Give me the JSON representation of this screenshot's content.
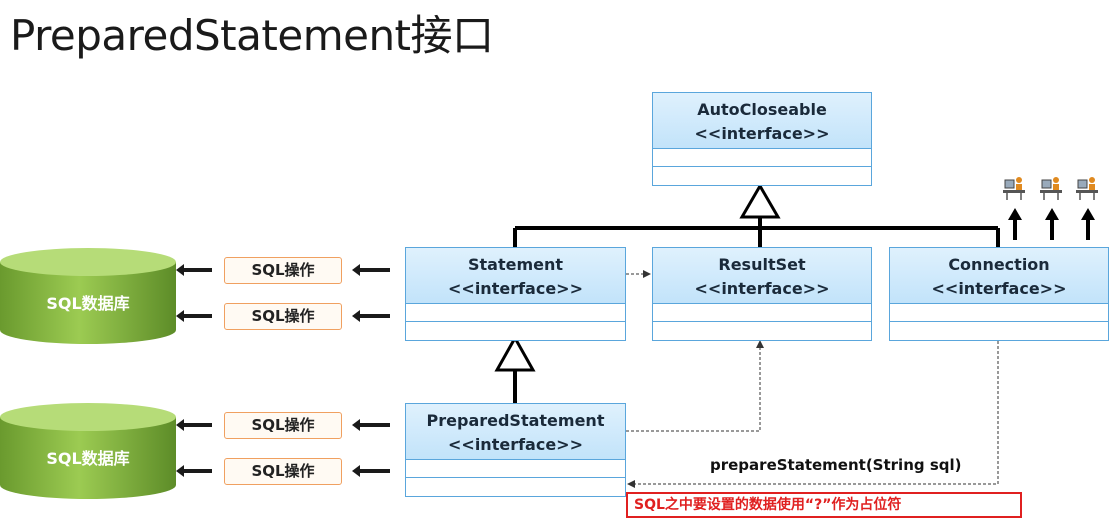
{
  "title": "PreparedStatement接口",
  "classes": {
    "autocloseable": {
      "name": "AutoCloseable",
      "stereotype": "<<interface>>"
    },
    "statement": {
      "name": "Statement",
      "stereotype": "<<interface>>"
    },
    "resultset": {
      "name": "ResultSet",
      "stereotype": "<<interface>>"
    },
    "connection": {
      "name": "Connection",
      "stereotype": "<<interface>>"
    },
    "preparedstatement": {
      "name": "PreparedStatement",
      "stereotype": "<<interface>>"
    }
  },
  "databases": [
    {
      "label": "SQL数据库"
    },
    {
      "label": "SQL数据库"
    }
  ],
  "operations": [
    {
      "label": "SQL操作"
    },
    {
      "label": "SQL操作"
    },
    {
      "label": "SQL操作"
    },
    {
      "label": "SQL操作"
    }
  ],
  "method_label": "prepareStatement(String sql)",
  "note": "SQL之中要设置的数据使用“?”作为占位符",
  "colors": {
    "class_border": "#5aa6dc",
    "class_header": "#c2e3fa",
    "db_green": "#7cae3a",
    "note_red": "#e02020",
    "op_border": "#f0a060"
  },
  "icons": [
    "user-at-computer-icon",
    "user-at-computer-icon",
    "user-at-computer-icon"
  ]
}
